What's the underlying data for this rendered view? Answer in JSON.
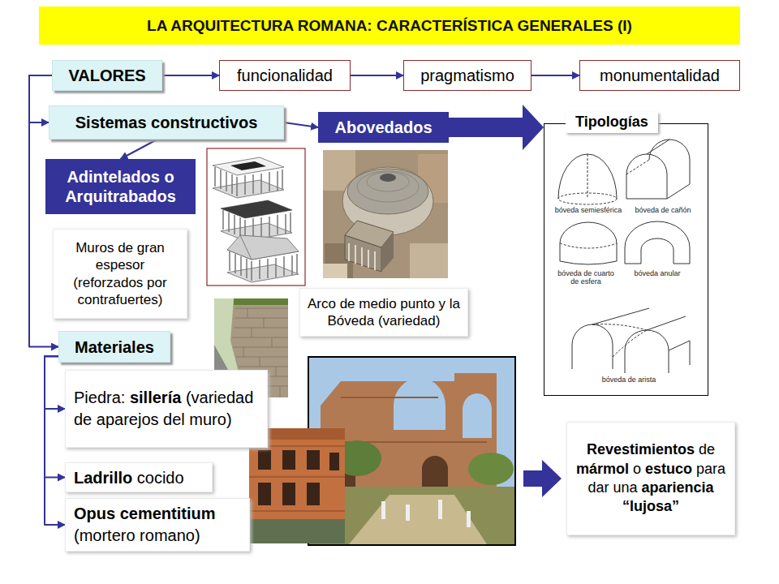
{
  "diagram": {
    "title": "LA ARQUITECTURA ROMANA: CARACTERÍSTICA GENERALES (I)",
    "nodes": [
      {
        "text": [
          "VALORES"
        ]
      },
      {
        "text": [
          "funcionalidad"
        ]
      },
      {
        "text": [
          "pragmatismo"
        ]
      },
      {
        "text": [
          "monumentalidad"
        ]
      },
      {
        "text": [
          "Sistemas constructivos"
        ]
      },
      {
        "text": [
          "Abovedados"
        ]
      },
      {
        "text": [
          "Adintelados o Arquitrabados"
        ]
      },
      {
        "text": [
          "Muros de gran espesor (reforzados por contrafuertes)"
        ]
      },
      {
        "text": [
          "Arco de medio punto y la Bóveda (variedad)"
        ]
      },
      {
        "text": [
          "Tipologías"
        ]
      },
      {
        "text": [
          "Materiales"
        ]
      },
      {
        "text": [
          "Piedra: sillería (variedad de aparejos del muro)"
        ]
      },
      {
        "text": [
          "Ladrillo cocido"
        ]
      },
      {
        "text": [
          "Opus cementitium (mortero romano)"
        ]
      },
      {
        "text": [
          "Revestimientos de mármol o estuco para dar una apariencia “lujosa”"
        ]
      }
    ],
    "edges": [
      {
        "from": 0,
        "to": 1,
        "arrow": "to"
      },
      {
        "from": 1,
        "to": 2,
        "arrow": "to"
      },
      {
        "from": 2,
        "to": 3,
        "arrow": "to"
      },
      {
        "from": 0,
        "to": 4,
        "arrow": "to"
      },
      {
        "from": 0,
        "to": 10,
        "arrow": "to"
      },
      {
        "from": 4,
        "to": 5,
        "arrow": "to"
      },
      {
        "from": 4,
        "to": 6,
        "arrow": "to"
      },
      {
        "from": 5,
        "to": 9,
        "arrow": "to"
      },
      {
        "from": 10,
        "to": 11,
        "arrow": "to"
      },
      {
        "from": 10,
        "to": 12,
        "arrow": "to"
      },
      {
        "from": 10,
        "to": 13,
        "arrow": "to"
      }
    ],
    "labels": [
      "bóveda semiesférica",
      "bóveda de cañón",
      "bóveda de cuarto de esfera",
      "bóveda anular",
      "bóveda de arista"
    ]
  }
}
